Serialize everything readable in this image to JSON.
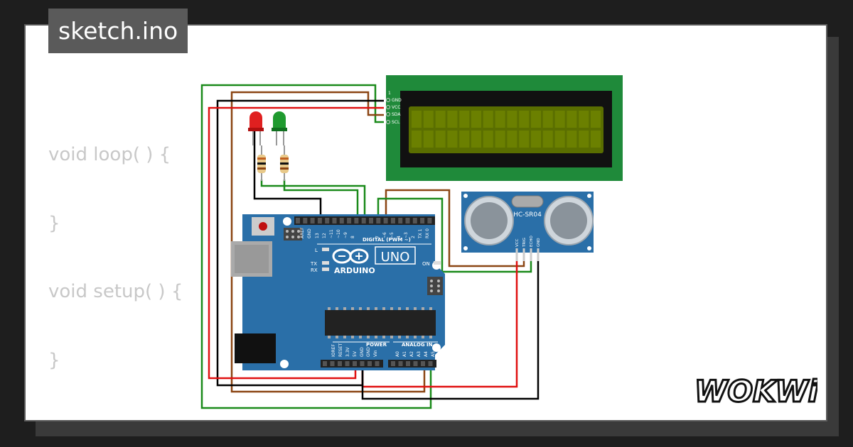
{
  "file_tab": "sketch.ino",
  "code_lines": [
    "void loop( ) {",
    "}",
    "void setup( ) {",
    "}"
  ],
  "lcd": {
    "pins": [
      "1",
      "GND",
      "VCC",
      "SDA",
      "SCL"
    ]
  },
  "arduino": {
    "brand": "ARDUINO",
    "model": "UNO",
    "on_label": "ON",
    "led_l": "L",
    "led_tx": "TX",
    "led_rx": "RX",
    "digital_label": "DIGITAL (PWM ~)",
    "power_label": "POWER",
    "analog_label": "ANALOG IN",
    "top_pins": [
      "AREF",
      "GND",
      "13",
      "12",
      "~11",
      "~10",
      "~9",
      "8",
      "7",
      "~6",
      "~5",
      "4",
      "~3",
      "2",
      "TX 1",
      "RX 0"
    ],
    "bottom_pins": [
      "IOREF",
      "RESET",
      "3.3V",
      "5V",
      "GND",
      "GND",
      "Vin",
      "A0",
      "A1",
      "A2",
      "A3",
      "A4",
      "A5"
    ]
  },
  "sensor": {
    "name": "HC-SR04",
    "pins": [
      "VCC",
      "TRIG",
      "ECHO",
      "GND"
    ]
  },
  "logo_text": "WOKWi",
  "colors": {
    "wire_green": "#1a8a1a",
    "wire_red": "#e01010",
    "wire_brown": "#8b4513",
    "wire_black": "#000000",
    "board": "#2a6fa8",
    "lcd_pcb": "#1f8a3a",
    "lcd_screen": "#5a6e00"
  }
}
